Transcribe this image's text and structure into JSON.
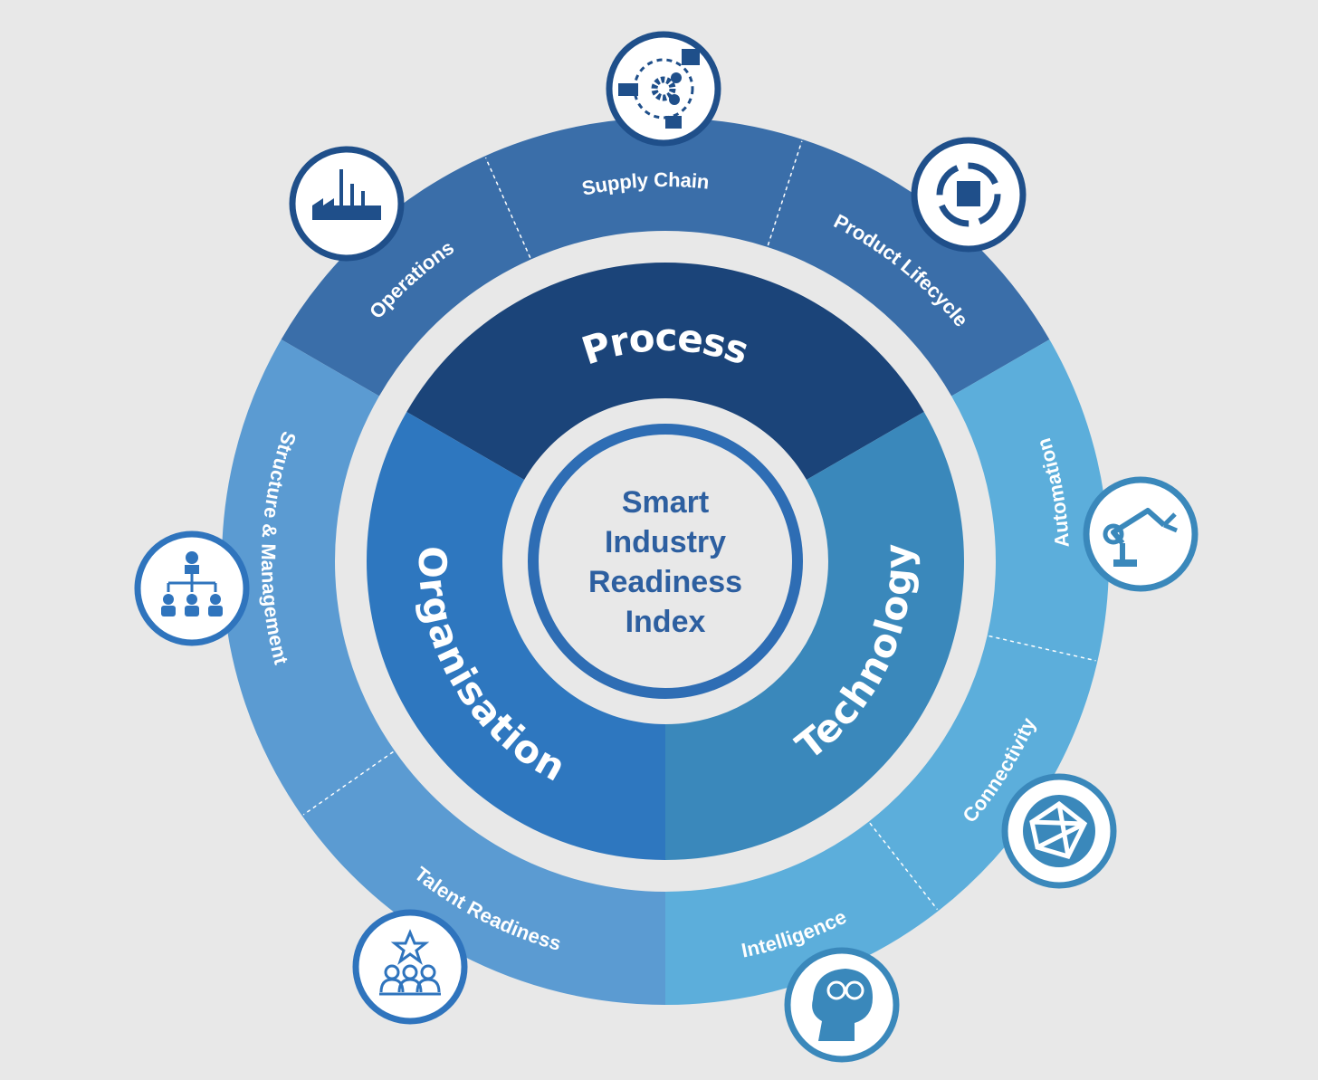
{
  "title": {
    "lines": [
      "Smart",
      "Industry",
      "Readiness",
      "Index"
    ]
  },
  "colors": {
    "background": "#e8e8e8",
    "center_ring": "#2e6db4",
    "center_text": "#2d5fa0"
  },
  "pillars": [
    {
      "label": "Process",
      "color": "#1b4479",
      "outer_color": "#3a6ea9",
      "icon_color": "#1f4f8a"
    },
    {
      "label": "Organisation",
      "color": "#2e77bf",
      "outer_color": "#5b9bd2",
      "icon_color": "#2f74bd"
    },
    {
      "label": "Technology",
      "color": "#3a88bb",
      "outer_color": "#5caedb",
      "icon_color": "#3a88bb"
    }
  ],
  "dimensions": [
    {
      "label": "Operations",
      "pillar": "Process",
      "icon": "factory-icon"
    },
    {
      "label": "Supply Chain",
      "pillar": "Process",
      "icon": "supply-chain-gears-icon"
    },
    {
      "label": "Product Lifecycle",
      "pillar": "Process",
      "icon": "product-cycle-icon"
    },
    {
      "label": "Automation",
      "pillar": "Technology",
      "icon": "robot-arm-icon"
    },
    {
      "label": "Connectivity",
      "pillar": "Technology",
      "icon": "globe-network-icon"
    },
    {
      "label": "Intelligence",
      "pillar": "Technology",
      "icon": "brain-head-icon"
    },
    {
      "label": "Talent Readiness",
      "pillar": "Organisation",
      "icon": "team-star-icon"
    },
    {
      "label": "Structure & Management",
      "pillar": "Organisation",
      "icon": "org-chart-icon"
    }
  ]
}
